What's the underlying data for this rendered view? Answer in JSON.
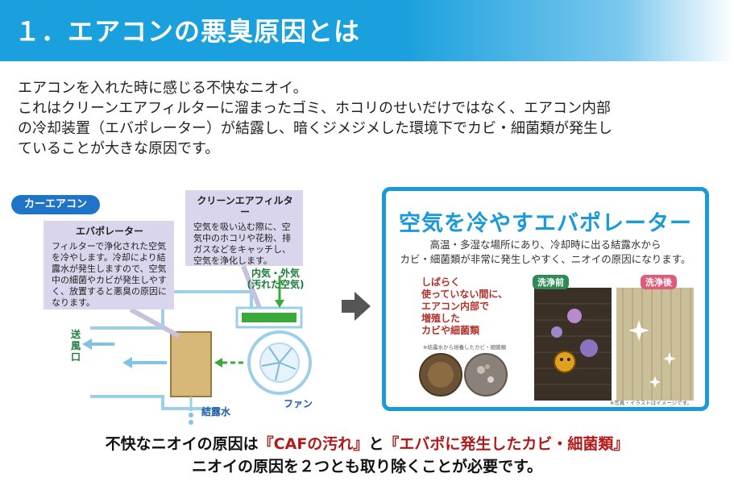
{
  "header": {
    "title": "１．エアコンの悪臭原因とは"
  },
  "intro": {
    "lines": [
      "エアコンを入れた時に感じる不快なニオイ。",
      "これはクリーンエアフィルターに溜まったゴミ、ホコリのせいだけではなく、エアコン内部",
      "の冷却装置（エバポレーター）が結露し、暗くジメジメした環境下でカビ・細菌類が発生し",
      "ていることが大きな原因です。"
    ]
  },
  "diagram": {
    "tag": "カーエアコン",
    "evaporator": {
      "title": "エバポレーター",
      "text": "フィルターで浄化された空気を冷やします。冷却により結露水が発生しますので、空気中の細菌やカビが発生しやすく、放置すると悪臭の原因になります。"
    },
    "filter": {
      "title": "クリーンエアフィルター",
      "text": "空気を吸い込む際に、空気中のホコリや花粉、排ガスなどをキャッチし、空気を浄化します。"
    },
    "inout_line1": "内気・外気",
    "inout_line2": "(汚れた空気)",
    "vent": "送風口",
    "dew": "結露水",
    "fan": "ファン"
  },
  "evap_panel": {
    "title": "空気を冷やすエバポレーター",
    "desc_line1": "高温・多湿な場所にあり、冷却時に出る結露水から",
    "desc_line2": "カビ・細菌類が非常に発生しやすく、ニオイの原因になります。",
    "photo_text": [
      "しばらく",
      "使っていない間に、",
      "エアコン内部で",
      "増殖した",
      "カビや細菌類"
    ],
    "photo_note": "※結露水から培養したカビ・細菌類",
    "badge_before": "洗浄前",
    "badge_after": "洗浄後",
    "image_note": "※写真・イラストはイメージです。"
  },
  "bottom": {
    "line1_pre": "不快なニオイの原因は",
    "line1_em1": "『CAFの汚れ』",
    "line1_mid": "と",
    "line1_em2": "『エバポに発生したカビ・細菌類』",
    "line2": "ニオイの原因を２つとも取り除くことが必要です。"
  },
  "colors": {
    "header_blue": "#1aa0dd",
    "panel_blue": "#1a9ad8",
    "emphasis_red": "#b11a1a",
    "callout_lavender": "#d8d5ec"
  }
}
